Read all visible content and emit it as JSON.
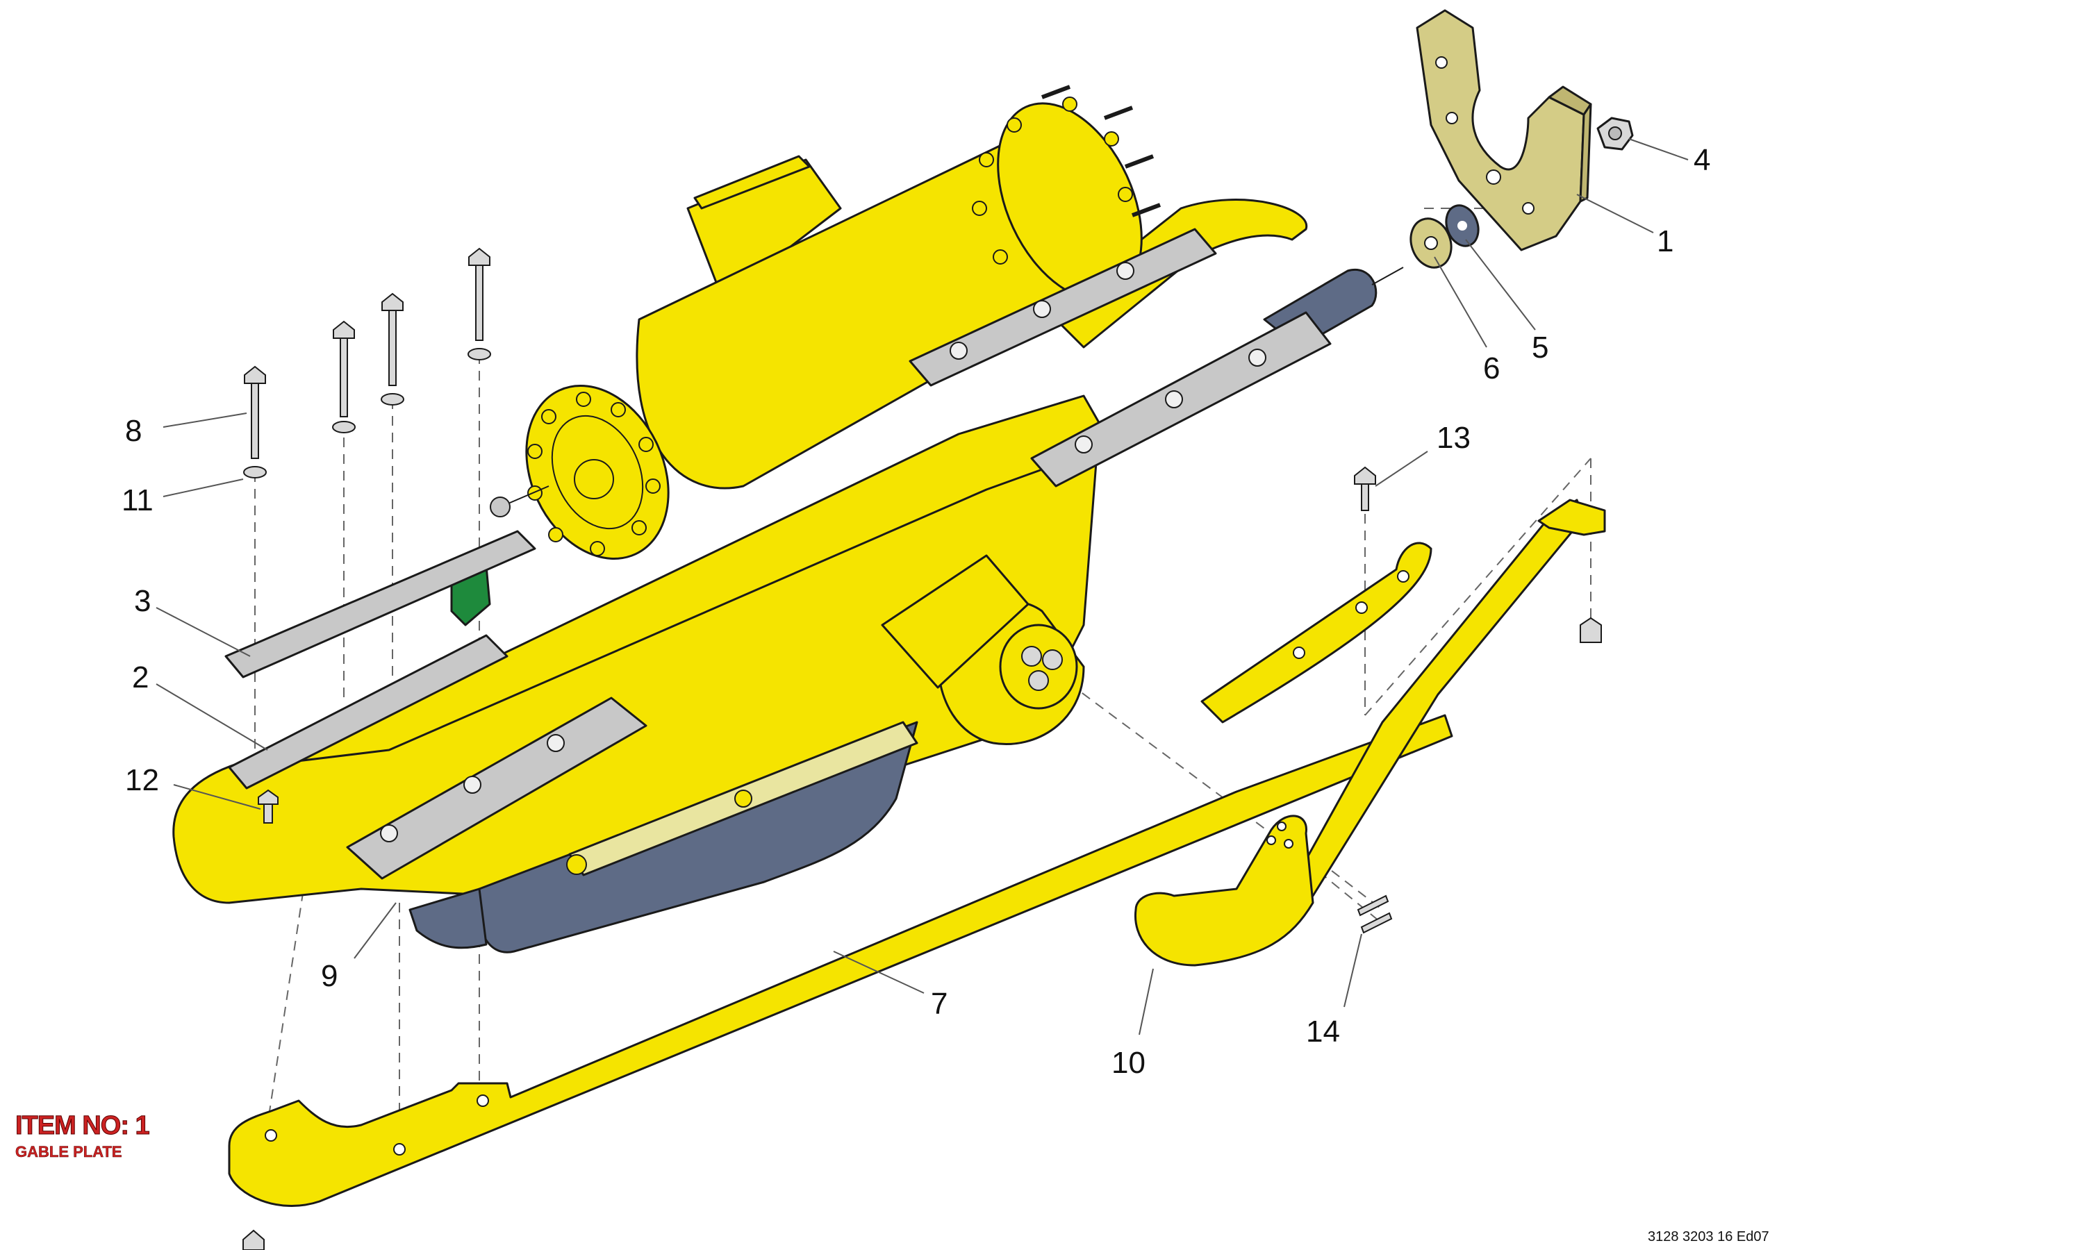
{
  "item": {
    "label": "ITEM NO: 1",
    "name": "GABLE PLATE",
    "highlight_color": "#cc2222"
  },
  "drawing_ref": "3128 3203 16 Ed07",
  "colors": {
    "body_yellow": "#f5e400",
    "gable_plate": "#d4cc86",
    "steel_grey": "#c8c8c8",
    "cylinder_blue": "#5e6b86",
    "seal_green": "#1e8a3c"
  },
  "callouts": [
    {
      "id": "c1",
      "label": "1"
    },
    {
      "id": "c2",
      "label": "2"
    },
    {
      "id": "c3",
      "label": "3"
    },
    {
      "id": "c4",
      "label": "4"
    },
    {
      "id": "c5",
      "label": "5"
    },
    {
      "id": "c6",
      "label": "6"
    },
    {
      "id": "c7",
      "label": "7"
    },
    {
      "id": "c8",
      "label": "8"
    },
    {
      "id": "c9",
      "label": "9"
    },
    {
      "id": "c10",
      "label": "10"
    },
    {
      "id": "c11",
      "label": "11"
    },
    {
      "id": "c12",
      "label": "12"
    },
    {
      "id": "c13",
      "label": "13"
    },
    {
      "id": "c14",
      "label": "14"
    }
  ]
}
